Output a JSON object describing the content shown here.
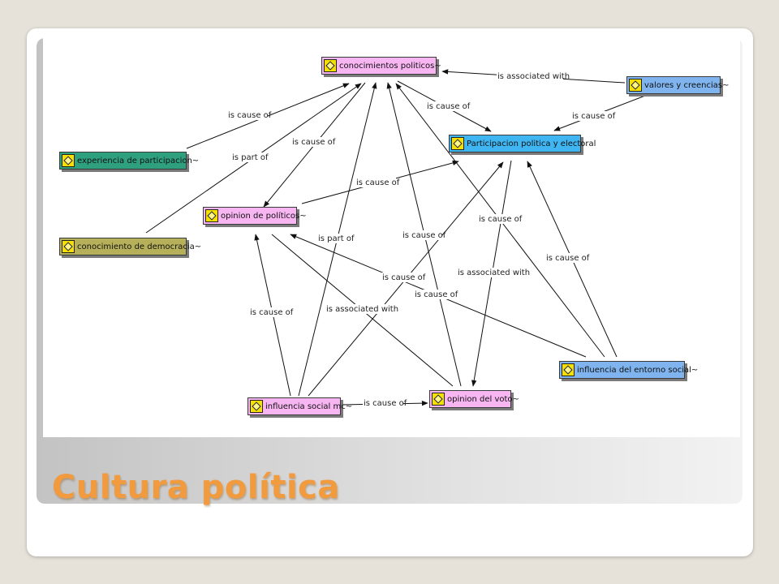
{
  "slide": {
    "title": "Cultura política"
  },
  "colors": {
    "pink": "#f7b6f2",
    "blue": "#7fb4ee",
    "cyan": "#3fb6f2",
    "green": "#2fa07e",
    "olive": "#b6b05a",
    "title": "#f19a3e"
  },
  "nodes": {
    "conocimientos": {
      "label": "conocimientos politicos~",
      "icon": "code-icon",
      "color": "pink"
    },
    "valores": {
      "label": "valores y creencias~",
      "icon": "code-icon",
      "color": "blue"
    },
    "participacion": {
      "label": "Participacion politica y electoral",
      "icon": "code-icon",
      "color": "cyan"
    },
    "experiencia": {
      "label": "experiencia de participacion~",
      "icon": "code-icon",
      "color": "green"
    },
    "opinion_politicos": {
      "label": "opinion de políticos~",
      "icon": "code-icon",
      "color": "pink"
    },
    "conocimiento_democracia": {
      "label": "conocimiento de democracia~",
      "icon": "code-icon",
      "color": "olive"
    },
    "influencia_entorno": {
      "label": "influencia del entorno social~",
      "icon": "code-icon",
      "color": "blue"
    },
    "influencia_social": {
      "label": "influencia social mc~",
      "icon": "code-icon",
      "color": "pink"
    },
    "opinion_voto": {
      "label": "opinion del voto~",
      "icon": "code-icon",
      "color": "pink"
    }
  },
  "edges": [
    {
      "label": "is associated with"
    },
    {
      "label": "is cause of"
    },
    {
      "label": "is cause of"
    },
    {
      "label": "is cause of"
    },
    {
      "label": "is part of"
    },
    {
      "label": "is cause of"
    },
    {
      "label": "is cause of"
    },
    {
      "label": "is part of"
    },
    {
      "label": "is cause of"
    },
    {
      "label": "is cause of"
    },
    {
      "label": "is associated with"
    },
    {
      "label": "is cause of"
    },
    {
      "label": "is cause of"
    },
    {
      "label": "is cause of"
    },
    {
      "label": "is associated with"
    },
    {
      "label": "is cause of"
    },
    {
      "label": "is cause of"
    }
  ]
}
